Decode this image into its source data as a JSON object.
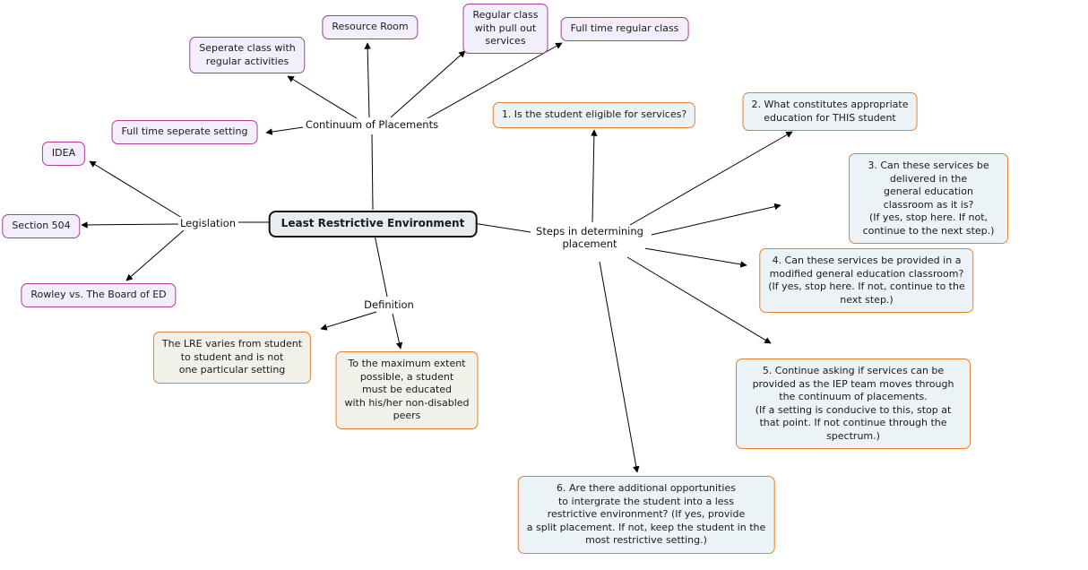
{
  "central": {
    "label": "Least Restrictive Environment"
  },
  "links": {
    "continuum": "Continuum of Placements",
    "legislation": "Legislation",
    "definition": "Definition",
    "steps": "Steps in determining\nplacement"
  },
  "placements": {
    "seperate_class": "Seperate class with\nregular activities",
    "resource_room": "Resource Room",
    "regular_pullout": "Regular class\nwith pull out\nservices",
    "fulltime_regular": "Full time regular class",
    "fulltime_seperate": "Full time seperate setting"
  },
  "legislation": {
    "idea": "IDEA",
    "section504": "Section 504",
    "rowley": "Rowley vs. The Board of ED"
  },
  "definition": {
    "lre_varies": "The LRE varies from student\nto student and is not\none particular setting",
    "max_extent": "To the maximum extent\npossible, a student\nmust be educated\nwith his/her non-disabled\npeers"
  },
  "steps": {
    "step1": "1. Is the student eligible for services?",
    "step2": "2. What constitutes appropriate\neducation for THIS student",
    "step3": "3. Can these services be delivered in the\ngeneral education classroom as it is?\n(If yes, stop here. If not, continue to the next step.)",
    "step4": "4. Can these services be provided in a\nmodified general education classroom?\n(If yes, stop here. If not, continue to the\nnext step.)",
    "step5": "5. Continue asking if services can be\nprovided as the IEP team moves through\nthe continuum of placements.\n(If a setting is conducive to this, stop at\nthat point. If not continue through the spectrum.)",
    "step6": "6. Are there additional opportunities\nto intergrate the student into a less\nrestrictive environment? (If yes, provide\na split placement. If not, keep the student in the\nmost restrictive setting.)"
  },
  "colors": {
    "purpleBorder": "#b03a9e",
    "purpleBg": "#f3eefb",
    "orangeBorder": "#e5802c",
    "stepBg": "#ecf3f7",
    "defBg": "#f1f1ea",
    "centralBg": "#e7edf1",
    "lineColor": "#000000"
  }
}
